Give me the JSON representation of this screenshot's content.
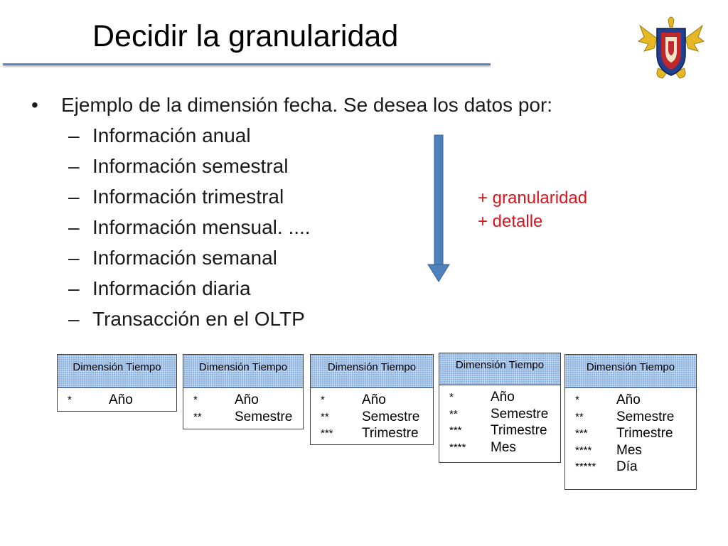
{
  "slide": {
    "title": "Decidir la granularidad",
    "bullet": {
      "symbol": "•",
      "text": "Ejemplo de la dimensión fecha. Se desea los datos por:",
      "dash": "–",
      "subitems": [
        "Información anual",
        "Información semestral",
        "Información trimestral",
        "Información mensual. ....",
        "Información semanal",
        "Información diaria",
        "Transacción en el OLTP"
      ]
    },
    "granularity_note": [
      "+ granularidad",
      "+ detalle"
    ],
    "colors": {
      "title_rule": "#5f86b8",
      "note": "#d9141e",
      "table_header": "#8db3e2",
      "arrow": "#4f81bd"
    },
    "icons": {
      "logo": "university-crest-icon",
      "arrow": "down-arrow-icon"
    }
  },
  "tables": [
    {
      "header": "Dimensión Tiempo",
      "rows": [
        {
          "mark": "*",
          "level": "Año"
        }
      ]
    },
    {
      "header": "Dimensión Tiempo",
      "rows": [
        {
          "mark": "*",
          "level": "Año"
        },
        {
          "mark": "**",
          "level": "Semestre"
        }
      ]
    },
    {
      "header": "Dimensión Tiempo",
      "rows": [
        {
          "mark": "*",
          "level": "Año"
        },
        {
          "mark": "**",
          "level": "Semestre"
        },
        {
          "mark": "***",
          "level": "Trimestre"
        }
      ]
    },
    {
      "header": "Dimensión Tiempo",
      "rows": [
        {
          "mark": "*",
          "level": "Año"
        },
        {
          "mark": "**",
          "level": "Semestre"
        },
        {
          "mark": "***",
          "level": "Trimestre"
        },
        {
          "mark": "****",
          "level": "Mes"
        }
      ]
    },
    {
      "header": "Dimensión Tiempo",
      "rows": [
        {
          "mark": "*",
          "level": "Año"
        },
        {
          "mark": "**",
          "level": "Semestre"
        },
        {
          "mark": "***",
          "level": "Trimestre"
        },
        {
          "mark": "****",
          "level": "Mes"
        },
        {
          "mark": "*****",
          "level": "Día"
        }
      ]
    }
  ]
}
